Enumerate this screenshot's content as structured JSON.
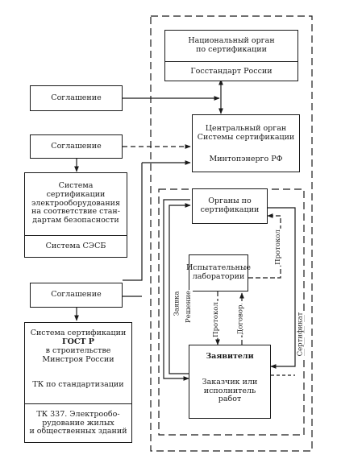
{
  "national_body": {
    "line1": "Национальный орган",
    "line2": "по сертификации",
    "name": "Госстандарт России"
  },
  "central_body": {
    "line1": "Центральный орган",
    "line2": "Системы сертификации",
    "name": "Минтопэнерго РФ"
  },
  "agreement_label": "Соглашение",
  "cert_bodies": {
    "line1": "Органы по",
    "line2": "сертификации"
  },
  "test_labs": {
    "line1": "Испытательные",
    "line2": "лаборатории"
  },
  "applicants": {
    "title": "Заявители",
    "line1": "Заказчик или",
    "line2": "исполнитель",
    "line3": "работ"
  },
  "sesb": {
    "line1": "Система",
    "line2": "сертификации",
    "line3": "электрооборудования",
    "line4": "на соответствие стан-",
    "line5": "дартам безопасности",
    "name": "Система СЭСБ"
  },
  "gost": {
    "line1": "Система сертификации",
    "line2": "ГОСТ Р",
    "line3": "в строительстве",
    "line4": "Минстроя России",
    "tk": "ТК по стандартизации",
    "tk337_1": "ТК 337. Электрообо-",
    "tk337_2": "рудование жилых",
    "tk337_3": "и общественных зданий"
  },
  "flow_labels": {
    "request": "Заявка",
    "decision": "Решение",
    "protocol_right": "Протокол",
    "protocol_mid": "Протокол",
    "contract": "Договор",
    "certificate": "Сертификат"
  }
}
